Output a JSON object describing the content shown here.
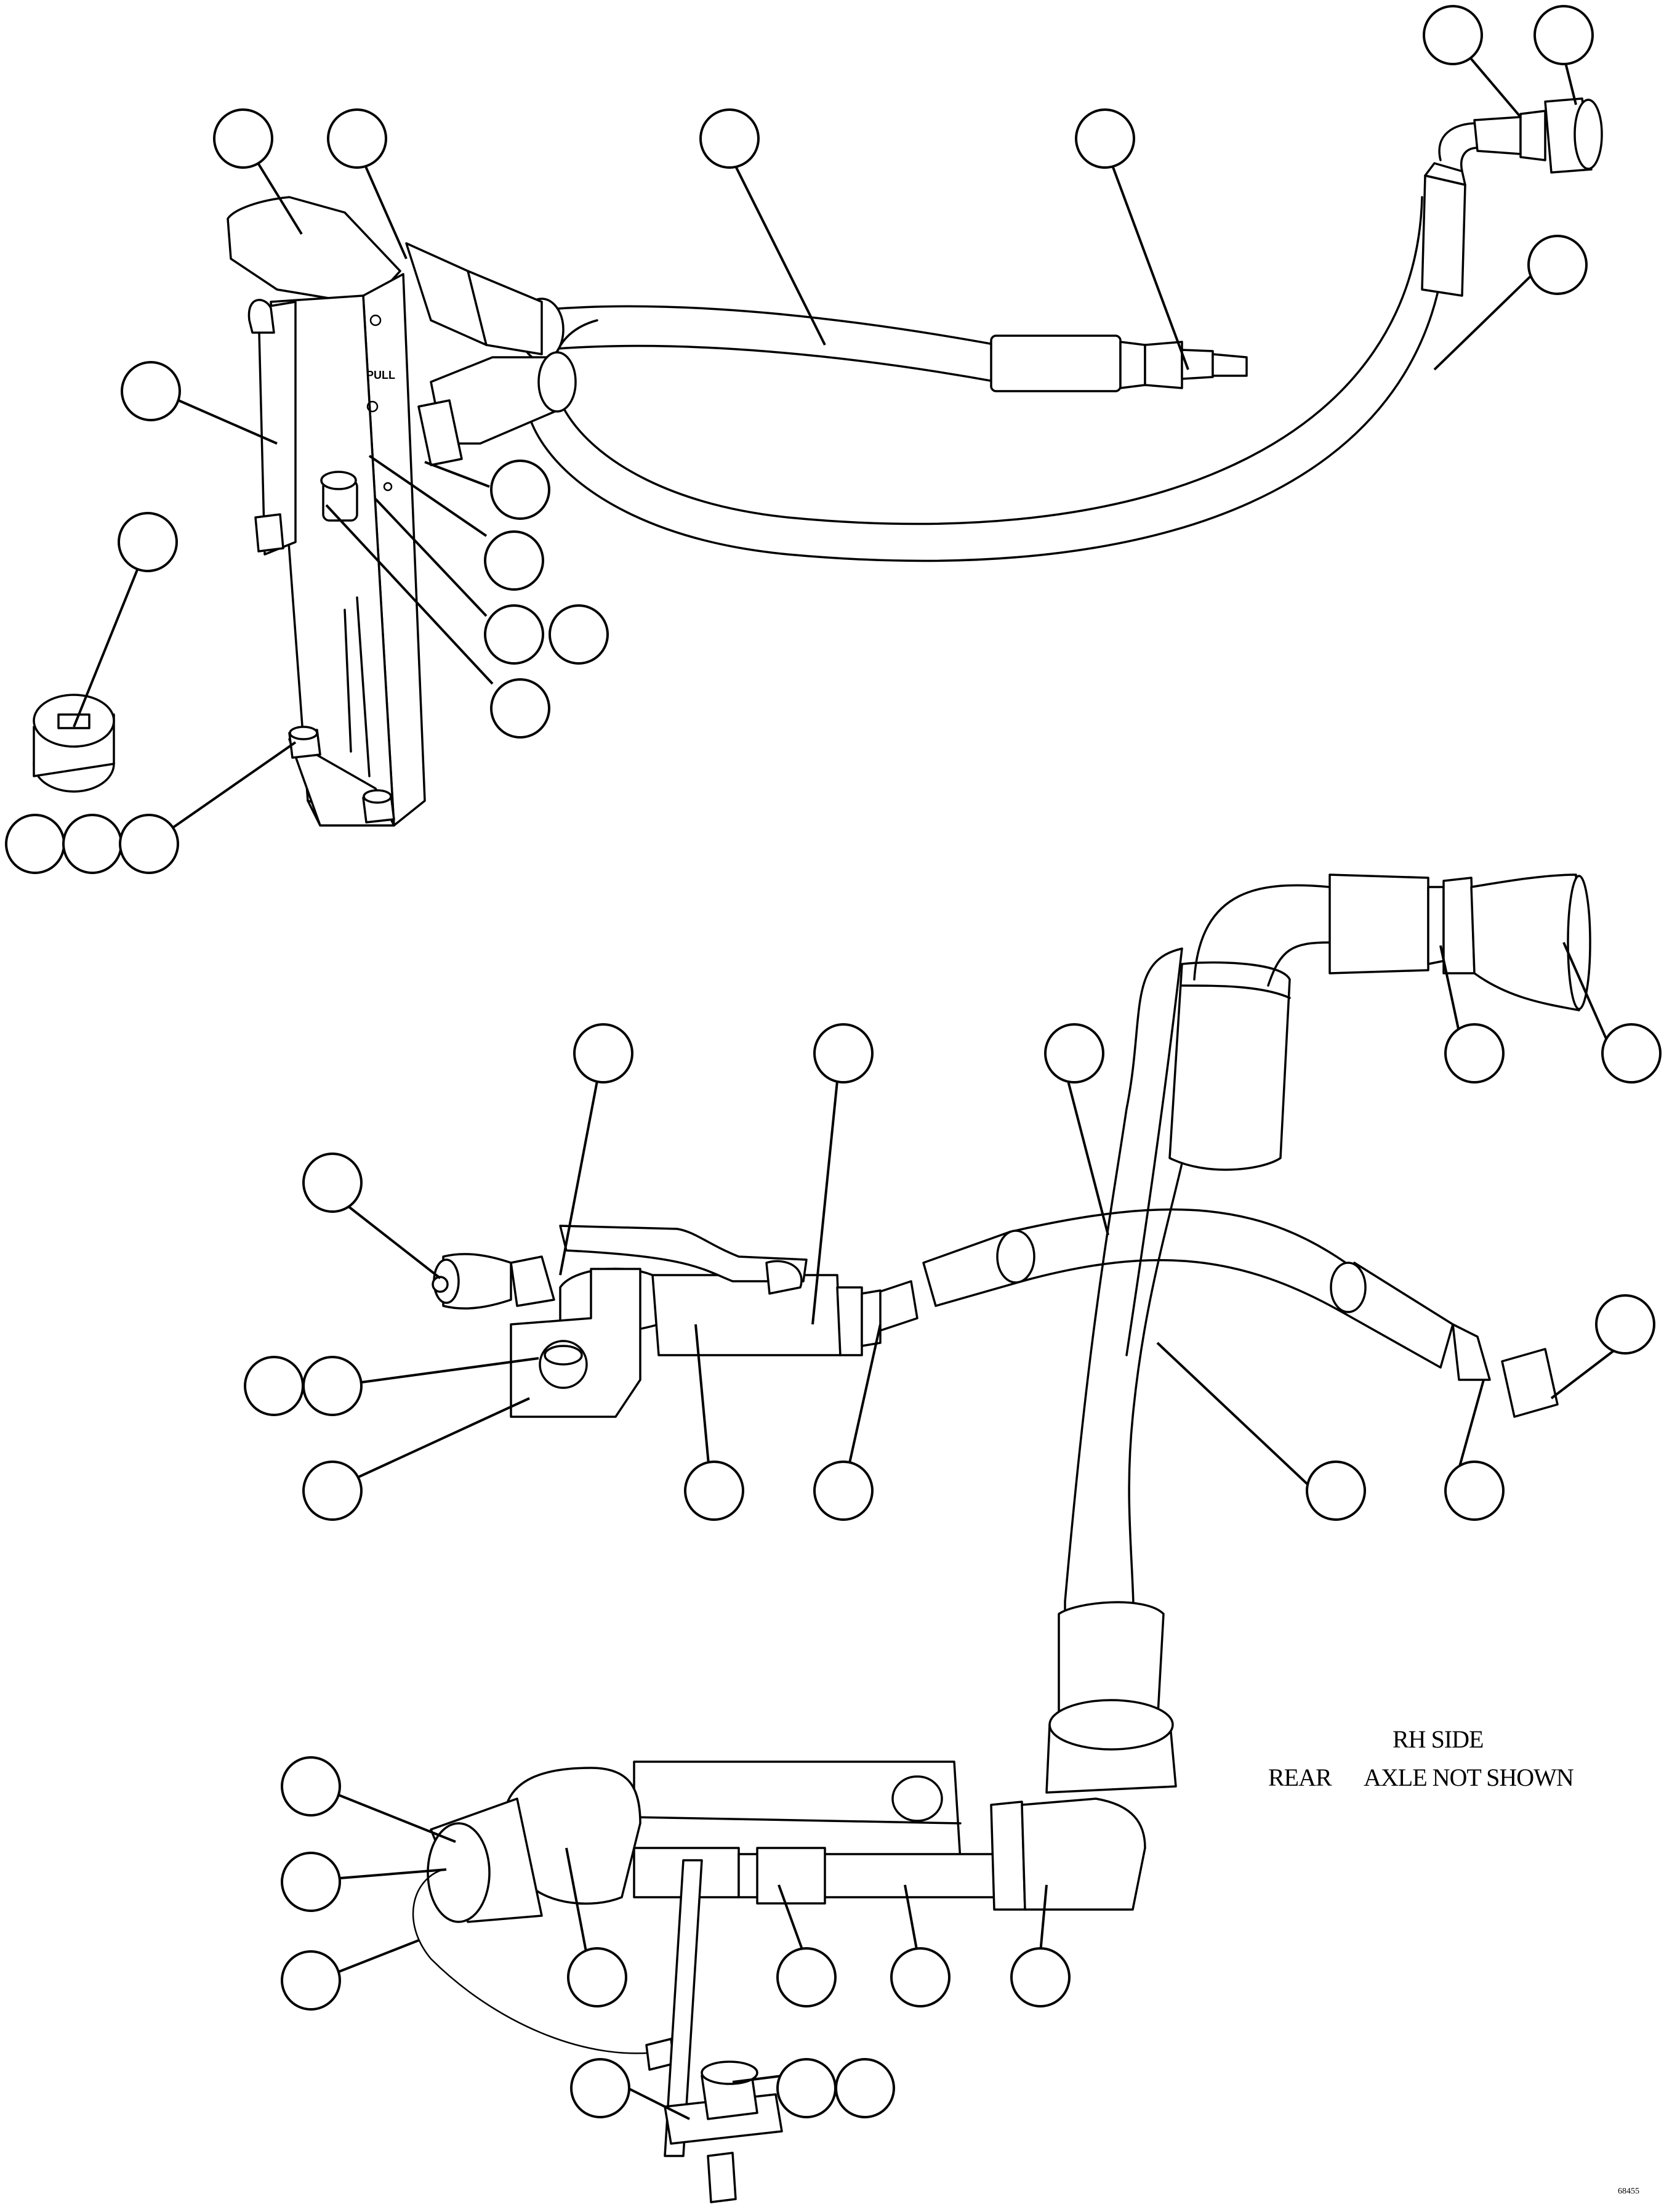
{
  "captions": {
    "view_side": "RH SIDE",
    "view_rear": "REAR",
    "note": "AXLE NOT SHOWN",
    "figure_id": "68455"
  },
  "bracket_marking": "PULL"
}
